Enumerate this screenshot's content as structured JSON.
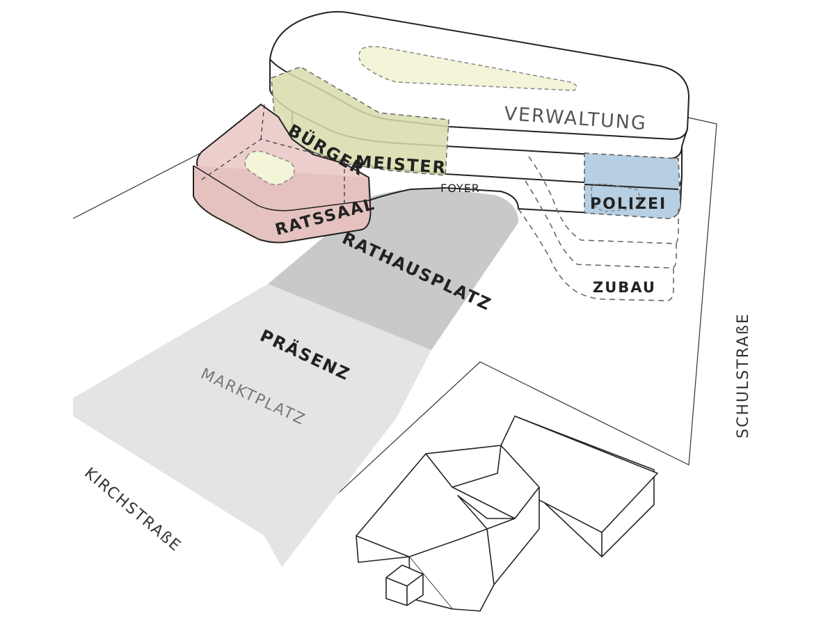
{
  "labels": {
    "verwaltung": "VERWALTUNG",
    "buerger": "BÜRGER",
    "meister": "MEISTER",
    "ratssaal": "RATSSAAL",
    "foyer": "FOYER",
    "polizei": "POLIZEI",
    "zubau": "ZUBAU",
    "rathausplatz": "RATHAUSPLATZ",
    "praesenz": "PRÄSENZ",
    "marktplatz": "MARKTPLATZ",
    "kirchstrasse": "KIRCHSTRAßE",
    "schulstrasse": "SCHULSTRAßE"
  },
  "colors": {
    "outline": "#222222",
    "ratssaal_fill": "#eccfcc",
    "buergermeister_fill": "#d8dcaa",
    "polizei_fill": "#b7cfe2",
    "courtyard_fill": "#f3f4d8",
    "rathausplatz_fill": "#c9c9c9",
    "marktplatz_fill": "#e4e4e4",
    "dashed": "#777777"
  }
}
